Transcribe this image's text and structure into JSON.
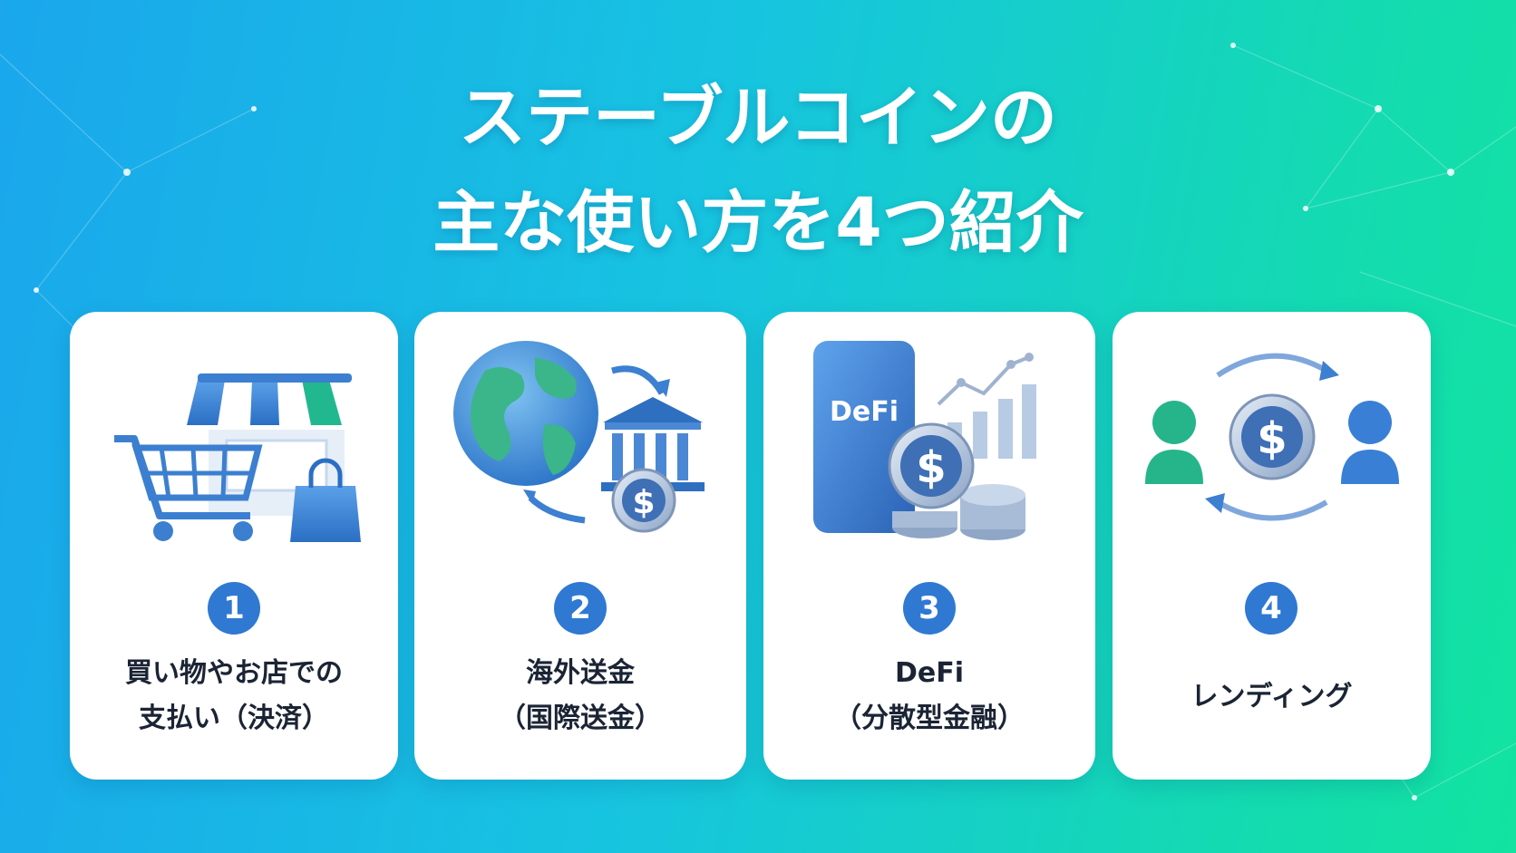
{
  "title": {
    "line1": "ステーブルコインの",
    "line2": "主な使い方を4つ紹介"
  },
  "cards": [
    {
      "number": "1",
      "line1": "買い物やお店での",
      "line2": "支払い（決済）",
      "icon": "shopping-cart-store-icon"
    },
    {
      "number": "2",
      "line1": "海外送金",
      "line2": "（国際送金）",
      "icon": "globe-bank-transfer-icon"
    },
    {
      "number": "3",
      "line1": "DeFi",
      "line2": "（分散型金融）",
      "icon": "defi-phone-coins-icon",
      "phone_text": "DeFi"
    },
    {
      "number": "4",
      "line1": "レンディング",
      "line2": "",
      "icon": "lending-people-coin-icon"
    }
  ],
  "colors": {
    "accent": "#2f79d2",
    "bg_start": "#1aa7ec",
    "bg_end": "#12e3a0",
    "green": "#22b88f"
  }
}
